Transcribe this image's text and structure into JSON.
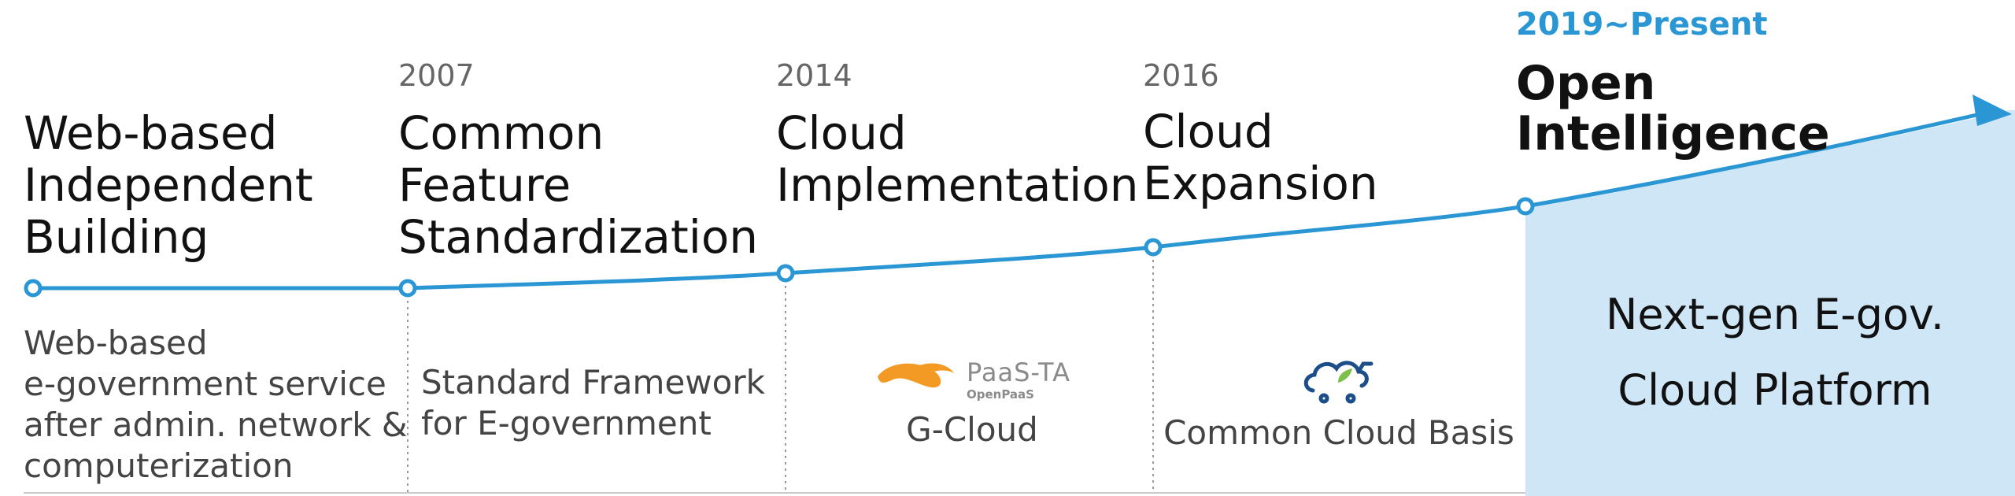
{
  "colors": {
    "line": "#2a97d4",
    "fill": "#cfe6f7",
    "divider": "#999999",
    "logo_orange": "#f39a24",
    "logo_blue": "#1c4f8a",
    "logo_green": "#7cc04b"
  },
  "stages": [
    {
      "year": "",
      "title": "Web-based\nIndependent\nBuilding",
      "description": "Web-based\ne-government service\nafter admin. network &\ncomputerization"
    },
    {
      "year": "2007",
      "title": "Common\nFeature\nStandardization",
      "description": "Standard Framework\nfor E-government"
    },
    {
      "year": "2014",
      "title": "Cloud\nImplementation",
      "description": "G-Cloud",
      "logo": {
        "icon": "paas-ta-logo",
        "text": "PaaS-TA",
        "subtext": "OpenPaaS"
      }
    },
    {
      "year": "2016",
      "title": "Cloud\nExpansion",
      "description": "Common Cloud Basis",
      "logo": {
        "icon": "cloud-cart-logo"
      }
    },
    {
      "year": "2019~Present",
      "title": "Open\nIntelligence",
      "description": "Next-gen E-gov.\nCloud Platform"
    }
  ]
}
